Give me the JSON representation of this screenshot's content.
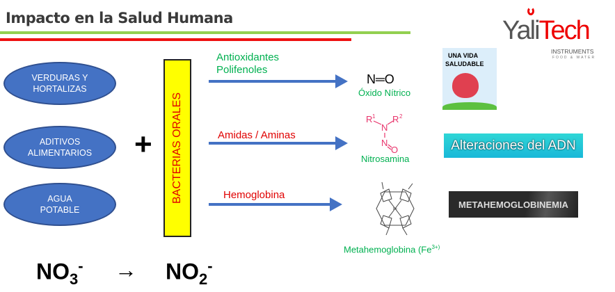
{
  "header": {
    "title": "Impacto en la Salud Humana"
  },
  "logo": {
    "brand_1": "Yali",
    "brand_2": "Tech",
    "sub": "INSTRUMENTS",
    "sub2": "FOOD & WATER"
  },
  "sources": [
    {
      "line1": "VERDURAS Y",
      "line2": "HORTALIZAS"
    },
    {
      "line1": "ADITIVOS",
      "line2": "ALIMENTARIOS"
    },
    {
      "line1": "AGUA",
      "line2": "POTABLE"
    }
  ],
  "plus": "+",
  "bacteria_label": "BACTERIAS ORALES",
  "pathways": [
    {
      "label_1": "Antioxidantes",
      "label_2": "Polifenoles",
      "product": "Óxido Nítrico",
      "formula": "N═O"
    },
    {
      "label_1": "Amidas / Aminas",
      "product": "Nitrosamina"
    },
    {
      "label_1": "Hemoglobina",
      "product": "Metahemoglobina (Fe",
      "product_sup": "3+)"
    }
  ],
  "outcomes": {
    "healthy_1": "UNA VIDA",
    "healthy_2": "SALUDABLE",
    "dna": "Alteraciones del ADN",
    "methem": "METAHEMOGLOBINEMIA"
  },
  "equation": {
    "left": "NO",
    "left_sub": "3",
    "left_sup": "-",
    "arrow": "→",
    "right": "NO",
    "right_sub": "2",
    "right_sup": "-"
  }
}
